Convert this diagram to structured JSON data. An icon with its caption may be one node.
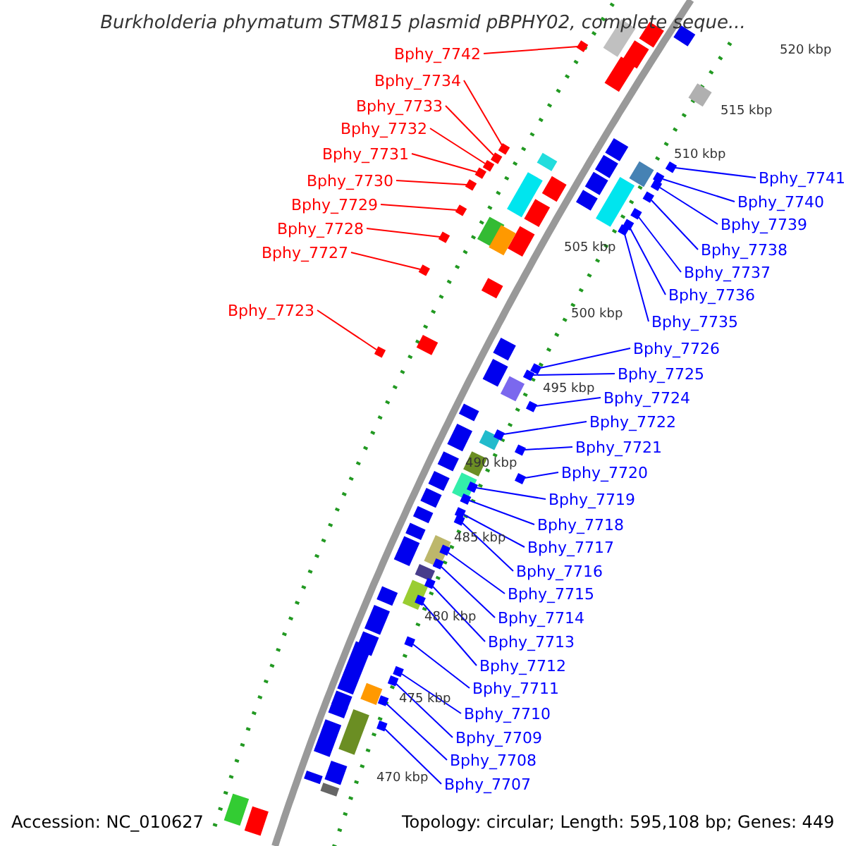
{
  "diagram": {
    "title": "Burkholderia phymatum STM815 plasmid pBPHY02, complete seque...",
    "nodes": [
      {
        "text": [
          "Bphy_7742"
        ]
      },
      {
        "text": [
          "Bphy_7734"
        ]
      },
      {
        "text": [
          "Bphy_7733"
        ]
      },
      {
        "text": [
          "Bphy_7732"
        ]
      },
      {
        "text": [
          "Bphy_7731"
        ]
      },
      {
        "text": [
          "Bphy_7730"
        ]
      },
      {
        "text": [
          "Bphy_7729"
        ]
      },
      {
        "text": [
          "Bphy_7728"
        ]
      },
      {
        "text": [
          "Bphy_7727"
        ]
      },
      {
        "text": [
          "Bphy_7723"
        ]
      },
      {
        "text": [
          "Bphy_7741"
        ]
      },
      {
        "text": [
          "Bphy_7740"
        ]
      },
      {
        "text": [
          "Bphy_7739"
        ]
      },
      {
        "text": [
          "Bphy_7738"
        ]
      },
      {
        "text": [
          "Bphy_7737"
        ]
      },
      {
        "text": [
          "Bphy_7736"
        ]
      },
      {
        "text": [
          "Bphy_7735"
        ]
      },
      {
        "text": [
          "Bphy_7726"
        ]
      },
      {
        "text": [
          "Bphy_7725"
        ]
      },
      {
        "text": [
          "Bphy_7724"
        ]
      },
      {
        "text": [
          "Bphy_7722"
        ]
      },
      {
        "text": [
          "Bphy_7721"
        ]
      },
      {
        "text": [
          "Bphy_7720"
        ]
      },
      {
        "text": [
          "Bphy_7719"
        ]
      },
      {
        "text": [
          "Bphy_7718"
        ]
      },
      {
        "text": [
          "Bphy_7717"
        ]
      },
      {
        "text": [
          "Bphy_7716"
        ]
      },
      {
        "text": [
          "Bphy_7715"
        ]
      },
      {
        "text": [
          "Bphy_7714"
        ]
      },
      {
        "text": [
          "Bphy_7713"
        ]
      },
      {
        "text": [
          "Bphy_7712"
        ]
      },
      {
        "text": [
          "Bphy_7711"
        ]
      },
      {
        "text": [
          "Bphy_7710"
        ]
      },
      {
        "text": [
          "Bphy_7709"
        ]
      },
      {
        "text": [
          "Bphy_7708"
        ]
      },
      {
        "text": [
          "Bphy_7707"
        ]
      },
      {
        "text": [],
        "shape": "box"
      },
      {
        "text": [],
        "shape": "box"
      },
      {
        "text": [],
        "shape": "box"
      },
      {
        "text": [],
        "shape": "box"
      },
      {
        "text": [],
        "shape": "box"
      },
      {
        "text": [],
        "shape": "box"
      },
      {
        "text": [],
        "shape": "box"
      },
      {
        "text": [],
        "shape": "box"
      },
      {
        "text": [],
        "shape": "box"
      },
      {
        "text": [],
        "shape": "box"
      },
      {
        "text": [],
        "shape": "box"
      },
      {
        "text": [],
        "shape": "box"
      },
      {
        "text": [],
        "shape": "box"
      },
      {
        "text": [],
        "shape": "box"
      },
      {
        "text": [],
        "shape": "box"
      },
      {
        "text": [],
        "shape": "box"
      },
      {
        "text": [],
        "shape": "box"
      },
      {
        "text": [],
        "shape": "box"
      },
      {
        "text": [],
        "shape": "box"
      },
      {
        "text": [],
        "shape": "box"
      },
      {
        "text": [],
        "shape": "box"
      },
      {
        "text": [],
        "shape": "box"
      },
      {
        "text": [],
        "shape": "box"
      },
      {
        "text": [],
        "shape": "box"
      },
      {
        "text": [],
        "shape": "box"
      },
      {
        "text": [],
        "shape": "box"
      },
      {
        "text": [],
        "shape": "box"
      },
      {
        "text": [],
        "shape": "box"
      },
      {
        "text": [],
        "shape": "box"
      },
      {
        "text": [],
        "shape": "box"
      },
      {
        "text": [],
        "shape": "box"
      },
      {
        "text": [],
        "shape": "box"
      },
      {
        "text": [],
        "shape": "box"
      },
      {
        "text": [],
        "shape": "box"
      },
      {
        "text": [],
        "shape": "box"
      },
      {
        "text": [],
        "shape": "box"
      }
    ],
    "edges": [
      {
        "from": 0,
        "to": 36,
        "arrow": "none",
        "color": "#ff0000"
      },
      {
        "from": 1,
        "to": 37,
        "arrow": "none",
        "color": "#ff0000"
      },
      {
        "from": 2,
        "to": 38,
        "arrow": "none",
        "color": "#ff0000"
      },
      {
        "from": 3,
        "to": 39,
        "arrow": "none",
        "color": "#ff0000"
      },
      {
        "from": 4,
        "to": 40,
        "arrow": "none",
        "color": "#ff0000"
      },
      {
        "from": 5,
        "to": 41,
        "arrow": "none",
        "color": "#ff0000"
      },
      {
        "from": 6,
        "to": 42,
        "arrow": "none",
        "color": "#ff0000"
      },
      {
        "from": 7,
        "to": 43,
        "arrow": "none",
        "color": "#ff0000"
      },
      {
        "from": 8,
        "to": 44,
        "arrow": "none",
        "color": "#ff0000"
      },
      {
        "from": 9,
        "to": 45,
        "arrow": "none",
        "color": "#ff0000"
      },
      {
        "from": 10,
        "to": 46,
        "arrow": "none"
      },
      {
        "from": 11,
        "to": 47,
        "arrow": "none"
      },
      {
        "from": 12,
        "to": 48,
        "arrow": "none"
      },
      {
        "from": 13,
        "to": 49,
        "arrow": "none"
      },
      {
        "from": 14,
        "to": 50,
        "arrow": "none"
      },
      {
        "from": 15,
        "to": 51,
        "arrow": "none"
      },
      {
        "from": 16,
        "to": 52,
        "arrow": "none"
      },
      {
        "from": 17,
        "to": 53,
        "arrow": "none"
      },
      {
        "from": 18,
        "to": 54,
        "arrow": "none"
      },
      {
        "from": 19,
        "to": 55,
        "arrow": "none"
      },
      {
        "from": 20,
        "to": 56,
        "arrow": "none"
      },
      {
        "from": 21,
        "to": 57,
        "arrow": "none"
      },
      {
        "from": 22,
        "to": 58,
        "arrow": "none"
      },
      {
        "from": 23,
        "to": 59,
        "arrow": "none"
      },
      {
        "from": 24,
        "to": 60,
        "arrow": "none"
      },
      {
        "from": 25,
        "to": 61,
        "arrow": "none"
      },
      {
        "from": 26,
        "to": 62,
        "arrow": "none"
      },
      {
        "from": 27,
        "to": 63,
        "arrow": "none"
      },
      {
        "from": 28,
        "to": 64,
        "arrow": "none"
      },
      {
        "from": 29,
        "to": 65,
        "arrow": "none"
      },
      {
        "from": 30,
        "to": 66,
        "arrow": "none"
      },
      {
        "from": 31,
        "to": 67,
        "arrow": "none"
      },
      {
        "from": 32,
        "to": 68,
        "arrow": "none"
      },
      {
        "from": 33,
        "to": 69,
        "arrow": "none"
      },
      {
        "from": 34,
        "to": 70,
        "arrow": "none"
      },
      {
        "from": 35,
        "to": 71,
        "arrow": "none"
      }
    ],
    "labels": [
      "520 kbp",
      "515 kbp",
      "510 kbp",
      "505 kbp",
      "500 kbp",
      "495 kbp",
      "490 kbp",
      "485 kbp",
      "480 kbp",
      "475 kbp",
      "470 kbp",
      "Accession: NC_010627",
      "Topology: circular; Length: 595,108 bp; Genes: 449"
    ]
  }
}
